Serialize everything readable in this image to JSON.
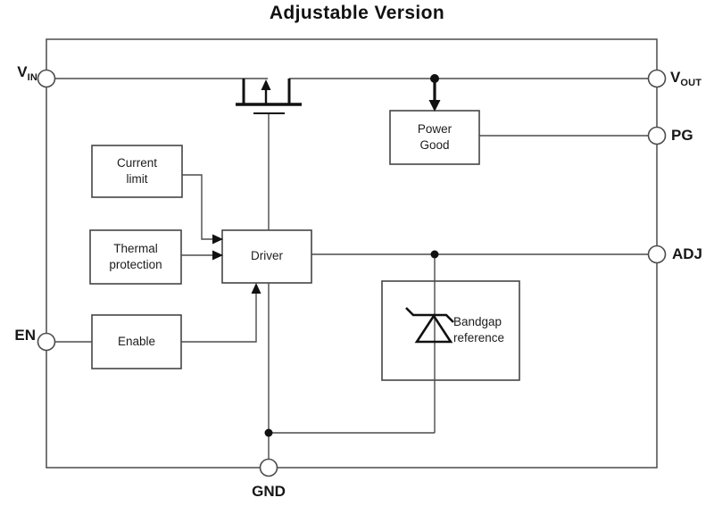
{
  "title": "Adjustable Version",
  "pins": {
    "vin": {
      "main": "V",
      "sub": "IN"
    },
    "vout": {
      "main": "V",
      "sub": "OUT"
    },
    "pg": {
      "main": "PG"
    },
    "adj": {
      "main": "ADJ"
    },
    "en": {
      "main": "EN"
    },
    "gnd": {
      "main": "GND"
    }
  },
  "blocks": {
    "current_limit": {
      "label": "Current\nlimit"
    },
    "thermal_protection": {
      "label": "Thermal\nprotection"
    },
    "enable": {
      "label": "Enable"
    },
    "driver": {
      "label": "Driver"
    },
    "power_good": {
      "label": "Power\nGood"
    },
    "bandgap_reference": {
      "label": "Bandgap\nreference"
    }
  },
  "symbols": {
    "pass_transistor": "pmos-transistor-icon",
    "reference_diode": "zener-diode-icon"
  },
  "colors": {
    "line": "#4b4b4b",
    "ink": "#111111",
    "background": "#ffffff"
  }
}
